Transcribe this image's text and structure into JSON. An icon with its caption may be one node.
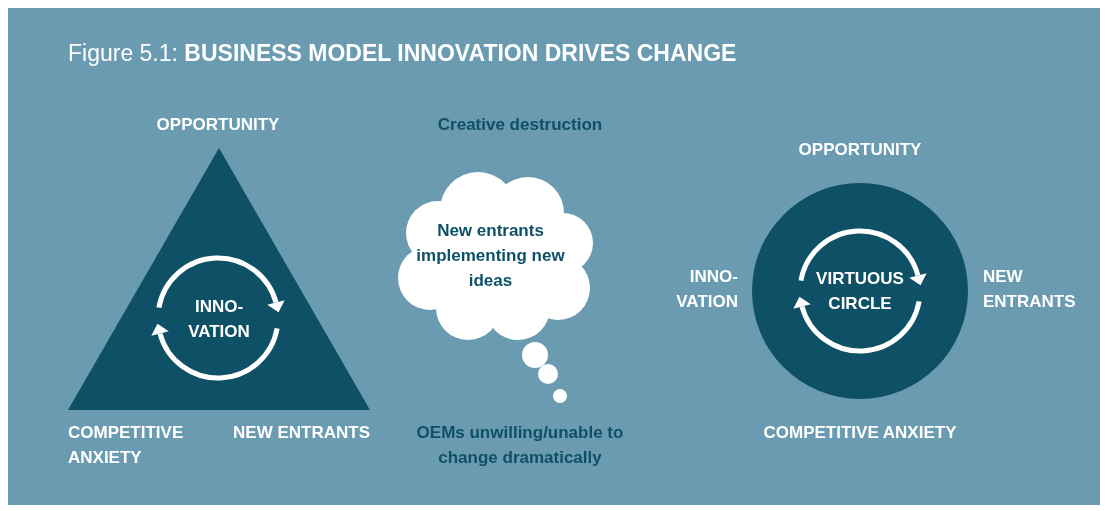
{
  "diagram": {
    "title": "Figure 5.1: **BUSINESS MODEL INNOVATION DRIVES CHANGE**",
    "nodes": [
      {
        "text": [
          "INNO- VATION"
        ],
        "beside": [
          "OPPORTUNITY",
          "COMPETITIVE ANXIETY",
          "NEW ENTRANTS"
        ]
      },
      {
        "text": [
          "New entrants implementing new ideas"
        ],
        "beside": [
          "Creative destruction",
          "OEMs unwilling/unable to change dramatically"
        ]
      },
      {
        "text": [
          "VIRTUOUS CIRCLE"
        ],
        "beside": [
          "OPPORTUNITY",
          "INNO- VATION",
          "NEW ENTRANTS",
          "COMPETITIVE ANXIETY"
        ]
      }
    ]
  }
}
